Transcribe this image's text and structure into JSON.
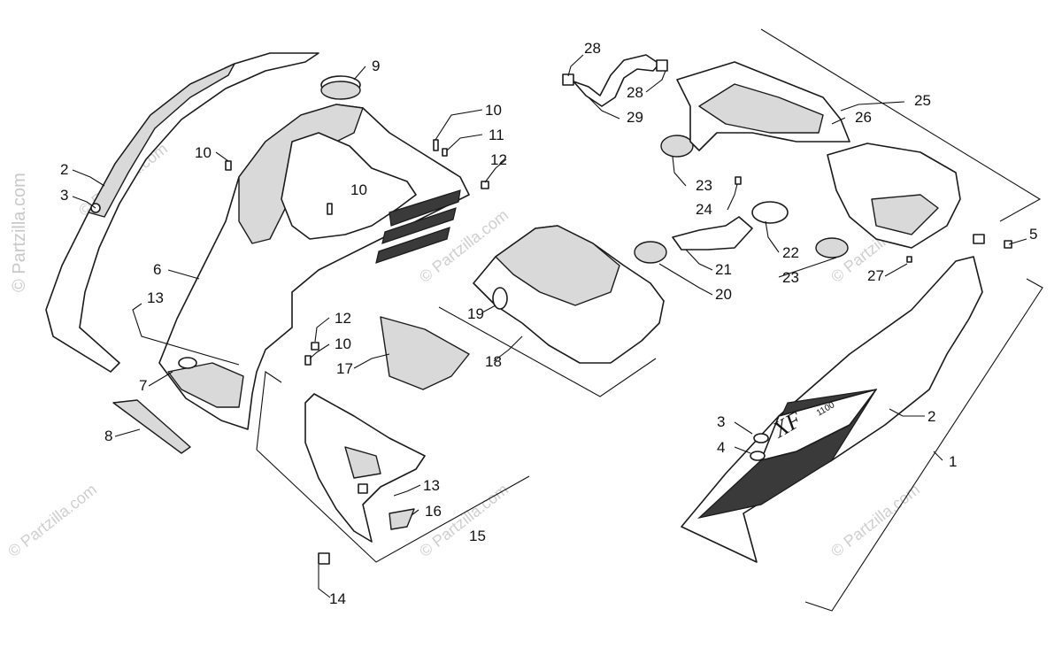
{
  "watermark": {
    "text": "© Partzilla.com"
  },
  "callouts": [
    "1",
    "2",
    "3",
    "4",
    "5",
    "6",
    "7",
    "8",
    "9",
    "10",
    "11",
    "12",
    "13",
    "14",
    "15",
    "16",
    "17",
    "18",
    "19",
    "20",
    "21",
    "22",
    "23",
    "24",
    "25",
    "26",
    "27",
    "28",
    "29"
  ],
  "brand": {
    "decal_text": "XF",
    "decal_small": "1100"
  },
  "colors": {
    "line": "#1a1a1a",
    "fill": "#ffffff",
    "shade": "#d9d9d9",
    "dark": "#3a3a3a",
    "watermark": "#c9c9c9"
  }
}
